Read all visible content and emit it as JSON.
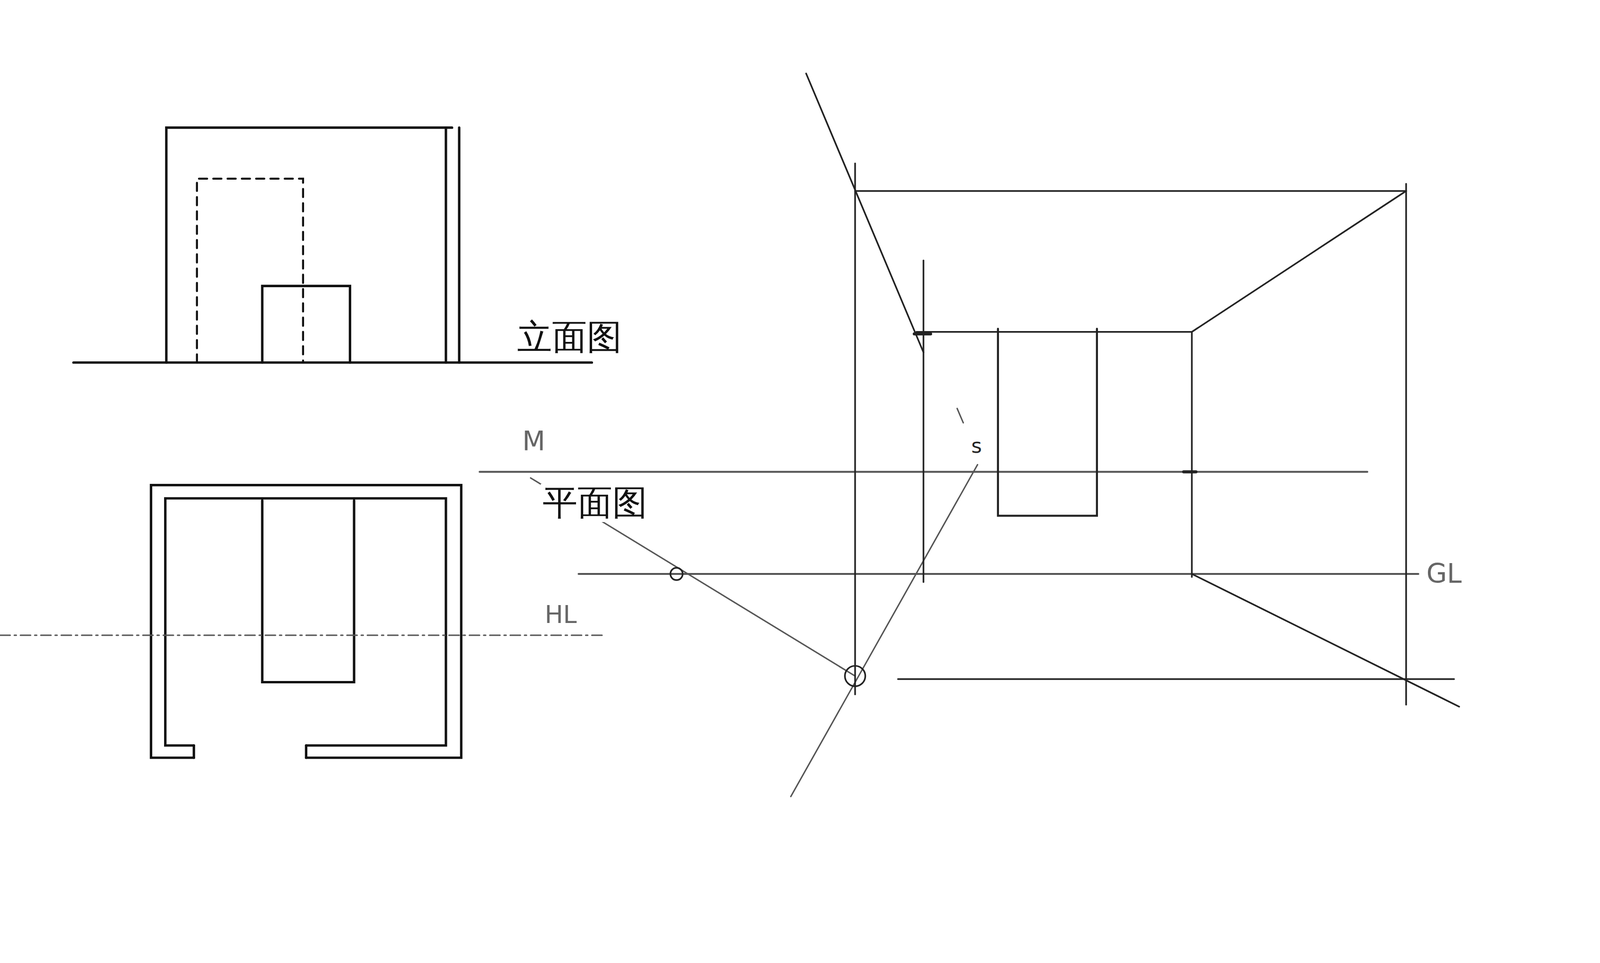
{
  "diagram": {
    "labels": [
      "立面图",
      "M",
      "平面图",
      "HL",
      "s",
      "GL"
    ]
  }
}
